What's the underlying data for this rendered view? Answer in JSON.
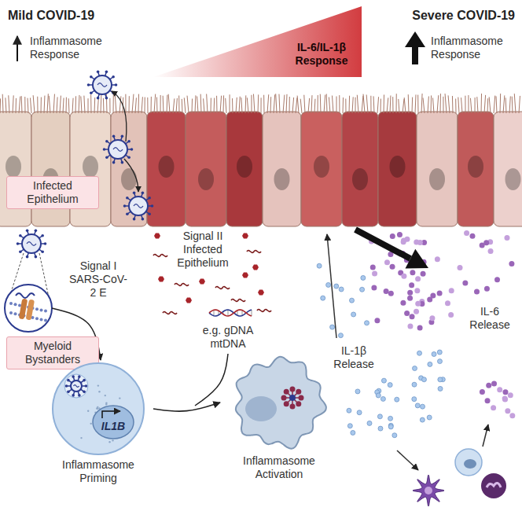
{
  "diagram": {
    "nodes": [
      {
        "text": [
          "IL-6/IL-1β Response"
        ]
      },
      {
        "text": [
          "Infected Epithelium"
        ]
      },
      {
        "text": [
          "Myeloid Bystanders"
        ]
      },
      {
        "text": [
          "Inflammasome Priming"
        ]
      },
      {
        "text": [
          "IL1B"
        ],
        "in": 3
      },
      {
        "text": [
          "Inflammasome Activation"
        ]
      }
    ],
    "edges": [
      {
        "from": 3,
        "to": 5,
        "arrow": "to"
      }
    ],
    "labels": [
      "Mild COVID-19",
      "Inflammasome Response",
      "Severe COVID-19",
      "Inflammasome Response",
      "Signal I SARS-CoV-2 E",
      "Signal II Infected Epithelium",
      "e.g. gDNA mtDNA",
      "IL-1β Release",
      "IL-6 Release"
    ]
  }
}
